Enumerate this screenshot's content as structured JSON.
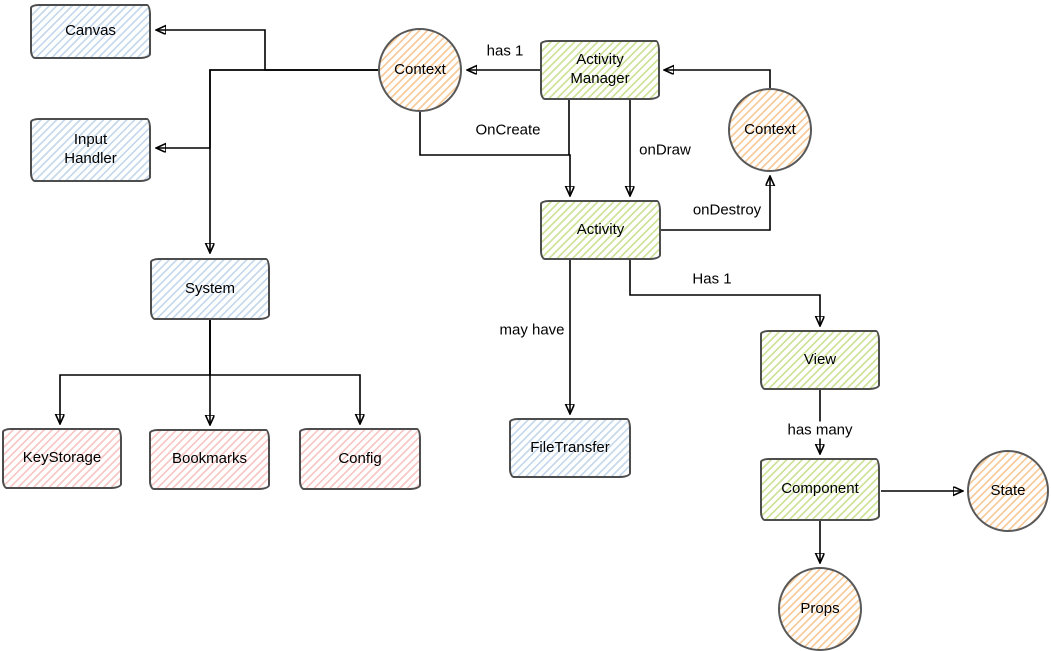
{
  "diagram": {
    "nodes": {
      "canvas": {
        "label": "Canvas",
        "shape": "rectangle",
        "theme": "blue"
      },
      "input_handler": {
        "label": "Input\nHandler",
        "shape": "rectangle",
        "theme": "blue"
      },
      "system": {
        "label": "System",
        "shape": "rectangle",
        "theme": "blue"
      },
      "keystorage": {
        "label": "KeyStorage",
        "shape": "rectangle",
        "theme": "red"
      },
      "bookmarks": {
        "label": "Bookmarks",
        "shape": "rectangle",
        "theme": "red"
      },
      "config": {
        "label": "Config",
        "shape": "rectangle",
        "theme": "red"
      },
      "filetransfer": {
        "label": "FileTransfer",
        "shape": "rectangle",
        "theme": "blue"
      },
      "activity_manager": {
        "label": "Activity\nManager",
        "shape": "rectangle",
        "theme": "green"
      },
      "activity": {
        "label": "Activity",
        "shape": "rectangle",
        "theme": "green"
      },
      "view": {
        "label": "View",
        "shape": "rectangle",
        "theme": "green"
      },
      "component": {
        "label": "Component",
        "shape": "rectangle",
        "theme": "green"
      },
      "context_left": {
        "label": "Context",
        "shape": "circle",
        "theme": "orange"
      },
      "context_right": {
        "label": "Context",
        "shape": "circle",
        "theme": "orange"
      },
      "state": {
        "label": "State",
        "shape": "circle",
        "theme": "orange"
      },
      "props": {
        "label": "Props",
        "shape": "circle",
        "theme": "orange"
      }
    },
    "edges": {
      "context_to_canvas": {
        "from": "context_left",
        "to": "canvas",
        "label": ""
      },
      "context_to_input_handler": {
        "from": "context_left",
        "to": "input_handler",
        "label": ""
      },
      "context_to_system": {
        "from": "context_left",
        "to": "system",
        "label": ""
      },
      "am_to_context": {
        "from": "activity_manager",
        "to": "context_left",
        "label": "has 1"
      },
      "context_to_activity": {
        "from": "context_left",
        "to": "activity",
        "label": "OnCreate"
      },
      "am_to_activity": {
        "from": "activity_manager",
        "to": "activity",
        "label": "onDraw"
      },
      "activity_to_context2": {
        "from": "activity",
        "to": "context_right",
        "label": "onDestroy"
      },
      "context2_to_am": {
        "from": "context_right",
        "to": "activity_manager",
        "label": ""
      },
      "activity_to_filetransfer": {
        "from": "activity",
        "to": "filetransfer",
        "label": "may have"
      },
      "activity_to_view": {
        "from": "activity",
        "to": "view",
        "label": "Has 1"
      },
      "view_to_component": {
        "from": "view",
        "to": "component",
        "label": "has many"
      },
      "component_to_state": {
        "from": "component",
        "to": "state",
        "label": ""
      },
      "component_to_props": {
        "from": "component",
        "to": "props",
        "label": ""
      },
      "system_to_keystorage": {
        "from": "system",
        "to": "keystorage",
        "label": ""
      },
      "system_to_bookmarks": {
        "from": "system",
        "to": "bookmarks",
        "label": ""
      },
      "system_to_config": {
        "from": "system",
        "to": "config",
        "label": ""
      }
    },
    "colors": {
      "blue_hatch": "#c8dbee",
      "green_hatch": "#d0e49c",
      "orange_hatch": "#f8cc9d",
      "red_hatch": "#f7cac7",
      "node_stroke": "#4d4d4d",
      "edge_stroke": "#000000",
      "text": "#000000",
      "background": "#ffffff"
    }
  }
}
